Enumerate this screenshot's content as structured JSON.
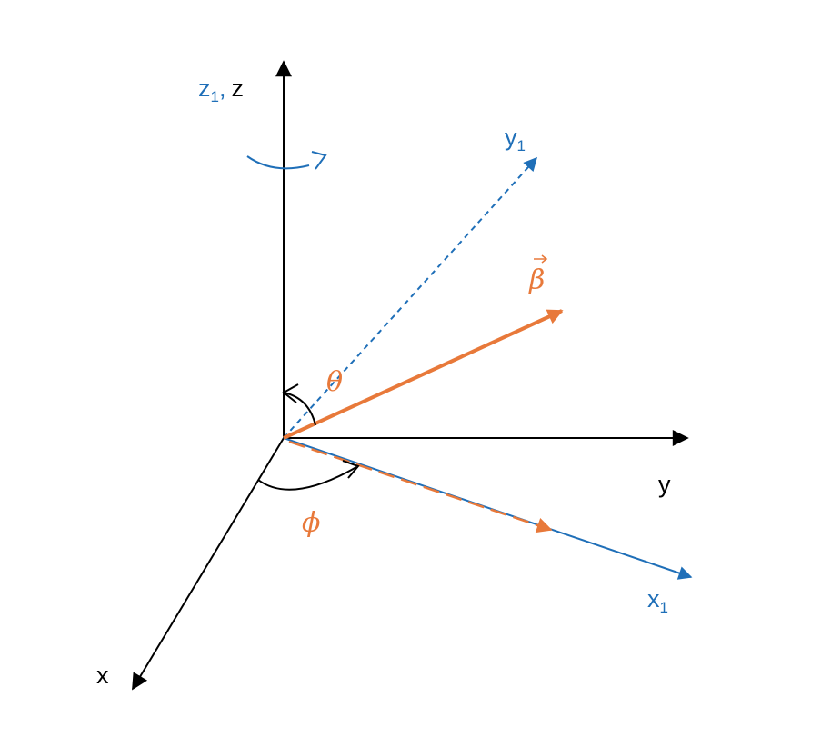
{
  "colors": {
    "black": "#000000",
    "blue": "#1f6fb8",
    "orange": "#e8793a"
  },
  "labels": {
    "z_axis": {
      "main": "z",
      "sub": "1",
      "sep": ",",
      "second": "z"
    },
    "y_axis": "y",
    "x_axis": "x",
    "y1_axis": {
      "main": "y",
      "sub": "1"
    },
    "x1_axis": {
      "main": "x",
      "sub": "1"
    },
    "theta": "θ",
    "phi": "ϕ",
    "beta": "β"
  }
}
